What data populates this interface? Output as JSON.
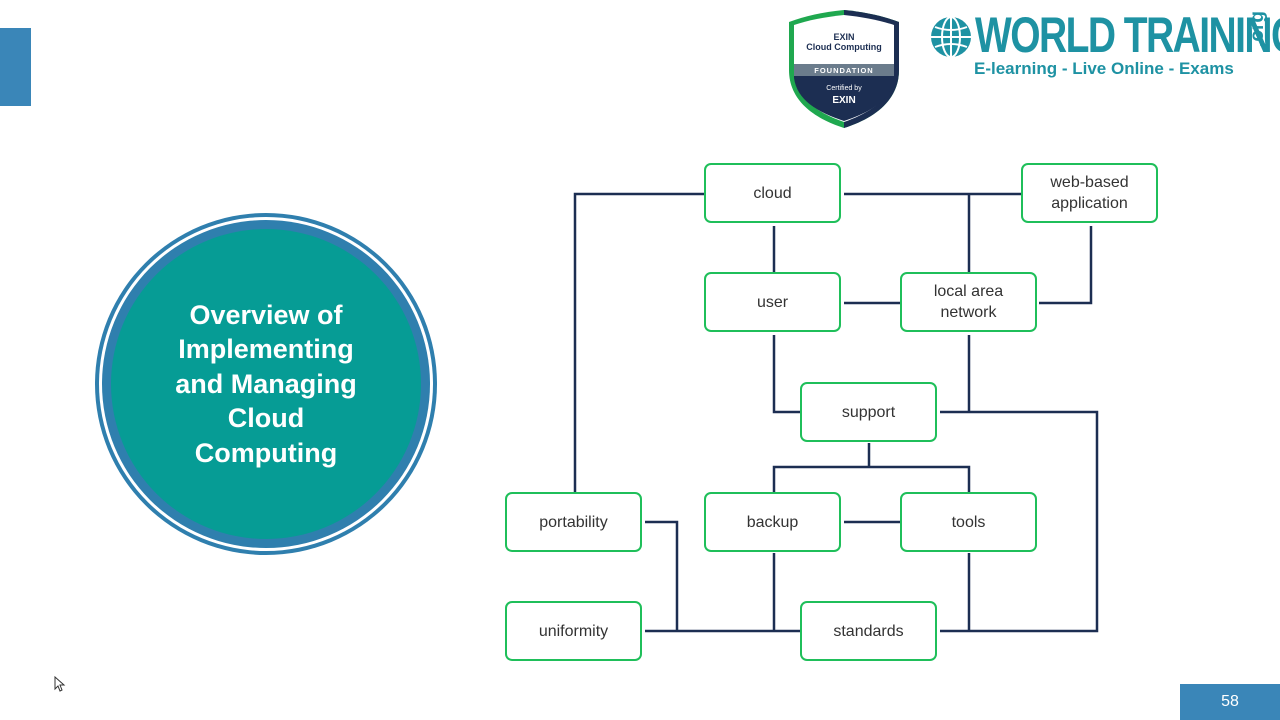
{
  "slide": {
    "title_lines": [
      "Overview of",
      "Implementing",
      "and Managing",
      "Cloud",
      "Computing"
    ],
    "page_number": "58"
  },
  "badge": {
    "line1": "EXIN",
    "line2": "Cloud Computing",
    "band": "FOUNDATION",
    "certified": "Certified by",
    "brand": "EXIN"
  },
  "logo": {
    "main": "WORLD TRAINING",
    "tld": ".org",
    "tagline": "E-learning - Live Online - Exams"
  },
  "diagram": {
    "nodes": {
      "cloud": "cloud",
      "web_based_application": [
        "web-based",
        "application"
      ],
      "user": "user",
      "local_area_network": [
        "local area",
        "network"
      ],
      "support": "support",
      "portability": "portability",
      "backup": "backup",
      "tools": "tools",
      "uniformity": "uniformity",
      "standards": "standards"
    }
  },
  "colors": {
    "circle_fill": "#069c95",
    "circle_ring": "#2f7fae",
    "node_border": "#1fbf5a",
    "connector": "#1c2e52",
    "logo_teal": "#1e92a3",
    "accent_blue": "#3a86b8"
  }
}
